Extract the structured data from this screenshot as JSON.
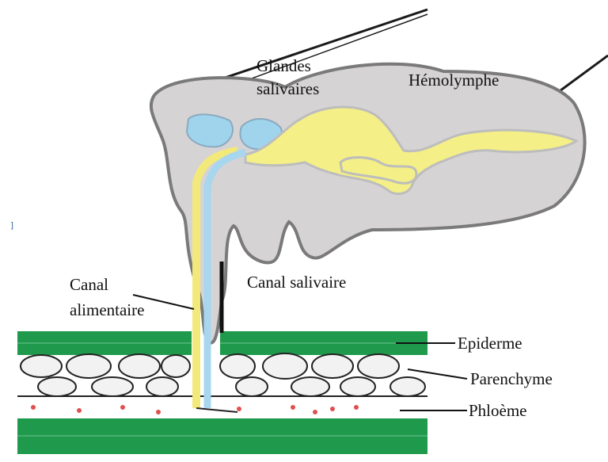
{
  "labels": {
    "glandes_line1": "Glandes",
    "glandes_line2": "salivaires",
    "hemolymphe": "Hémolymphe",
    "canal_salivaire": "Canal salivaire",
    "canal_alimentaire_line1": "Canal",
    "canal_alimentaire_line2": "alimentaire",
    "epiderme": "Epiderme",
    "parenchyme": "Parenchyme",
    "phloeme": "Phloème"
  },
  "edge_glyph": "]",
  "colors": {
    "body": "#d6d3d4",
    "body_outline": "#7a7a7a",
    "salivary_gland": "#9fd4ec",
    "gut": "#f4ef86",
    "epidermis": "#1f9a4c",
    "parenchyma_cell": "#f2f2f2",
    "phloem_dot": "#e05050",
    "stylet_yellow": "#f2e97a",
    "stylet_blue": "#a8d6ee"
  }
}
